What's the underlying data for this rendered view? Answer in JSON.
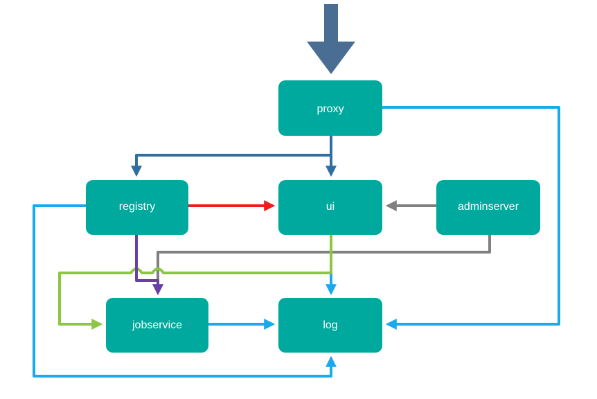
{
  "nodes": {
    "proxy": "proxy",
    "registry": "registry",
    "ui": "ui",
    "adminserver": "adminserver",
    "jobservice": "jobservice",
    "log": "log"
  },
  "colors": {
    "node_fill": "#00a99d",
    "entry_arrow": "#4a6d93",
    "route_dark_blue": "#2f6ea3",
    "log_light_blue": "#19a9ef",
    "registry_to_ui": "#ee1c1c",
    "adminserver_gray": "#808080",
    "ui_green": "#8dc63f",
    "registry_purple": "#6a3fa5"
  }
}
